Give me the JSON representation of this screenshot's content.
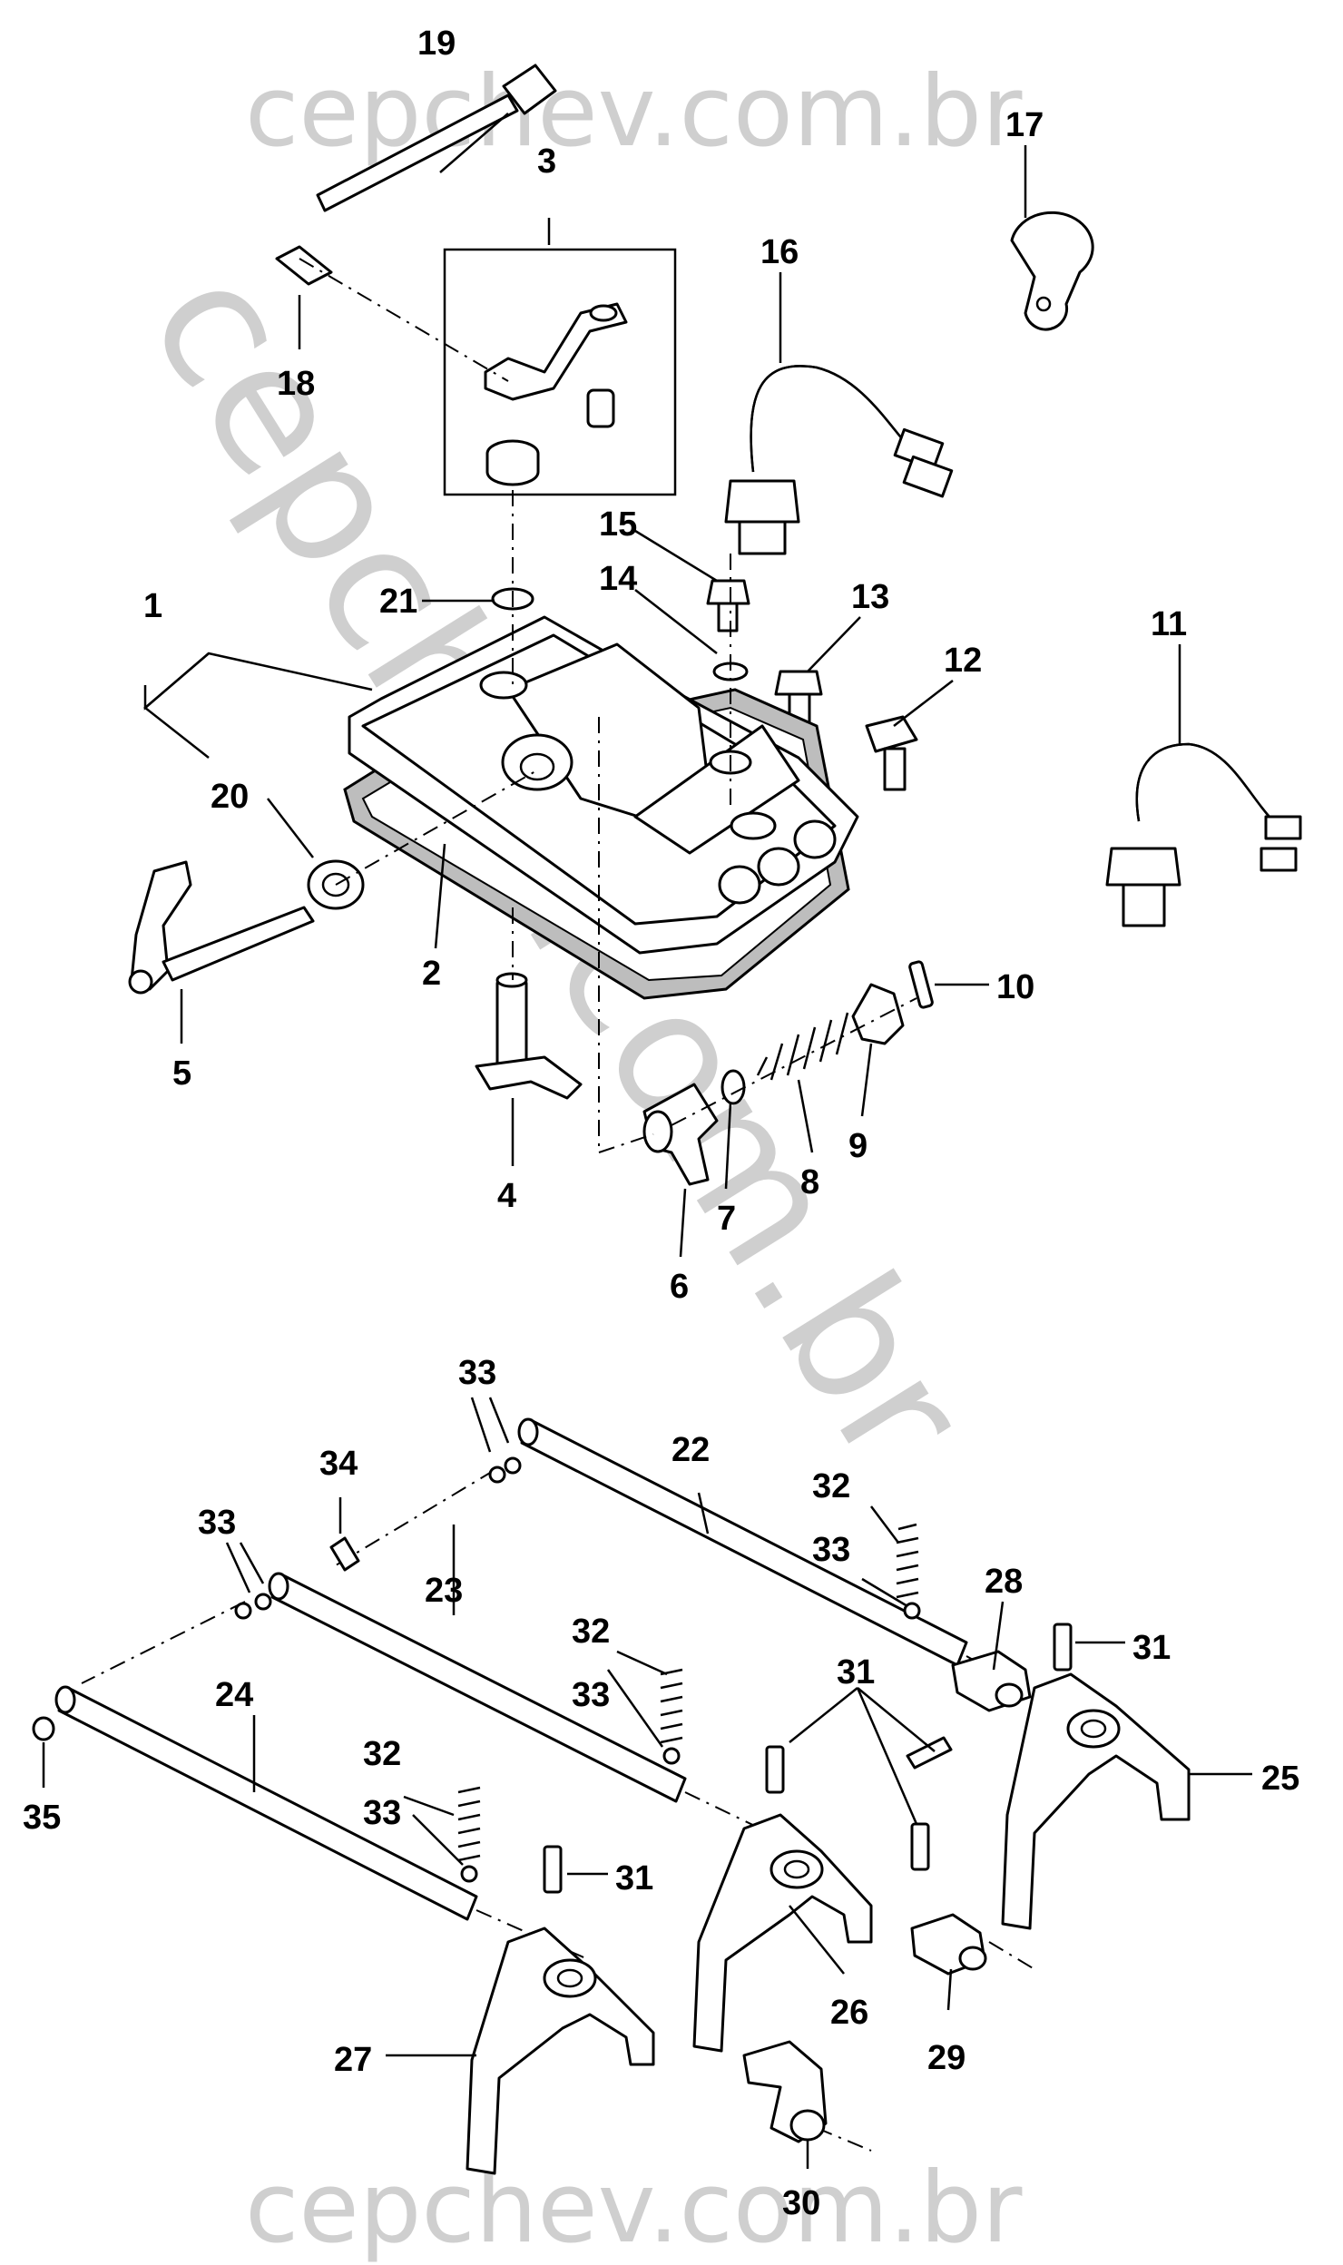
{
  "watermarks": {
    "top": "cepchev.com.br",
    "bottom": "cepchev.com.br",
    "diagonal": "cepchev.com.br"
  },
  "callouts": [
    "1",
    "2",
    "3",
    "4",
    "5",
    "6",
    "7",
    "8",
    "9",
    "10",
    "11",
    "12",
    "13",
    "14",
    "15",
    "16",
    "17",
    "18",
    "19",
    "20",
    "21",
    "22",
    "23",
    "24",
    "25",
    "26",
    "27",
    "28",
    "29",
    "30",
    "31",
    "31",
    "31",
    "31",
    "32",
    "32",
    "32",
    "33",
    "33",
    "33",
    "33",
    "33",
    "34",
    "35"
  ]
}
